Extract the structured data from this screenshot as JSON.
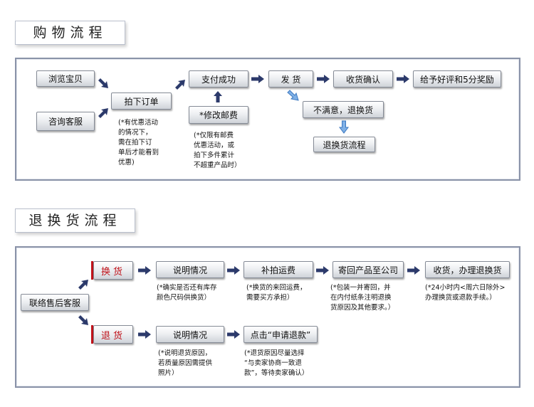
{
  "purchase_title": "购物流程",
  "return_title": "退换货流程",
  "purchase": {
    "browse": "浏览宝贝",
    "consult": "咨询客服",
    "place_order": "拍下订单",
    "pay": "支付成功",
    "modify_postage": "*修改邮费",
    "ship": "发 货",
    "confirm_receipt": "收货确认",
    "review": "给予好评和5分奖励",
    "unsatisfied": "不满意，退换货",
    "return_process": "退换货流程",
    "note_order": [
      "(*有优惠活动",
      "的情况下，",
      "需在拍下订",
      "单后才能看到",
      "优惠)"
    ],
    "note_postage": [
      "(*仅限有邮费",
      "优惠活动，或",
      "拍下多件累计",
      "不超重产品时）"
    ]
  },
  "returns": {
    "contact": "联络售后客服",
    "exchange": "换货",
    "refund": "退货",
    "explain_1": "说明情况",
    "explain_2": "说明情况",
    "pay_shipping": "补拍运费",
    "send_back": "寄回产品至公司",
    "receive": "收货，办理退换货",
    "apply_refund": "点击“申请退款”",
    "note_explain_1": [
      "(*确实是否还有库存",
      "颜色尺码供换货）"
    ],
    "note_shipping": [
      "(*换货的来回运费，",
      "需要买方承担）"
    ],
    "note_send": [
      "(*包装一并寄回，并",
      "在内付纸条注明退换",
      "货原因及其他要求。）"
    ],
    "note_receive": [
      "(*24小时内<周六日除外>",
      "办理换货或退款手续。）"
    ],
    "note_explain_2": [
      "(*说明退货原因，",
      "若质量原因需提供",
      "照片）"
    ],
    "note_refund": [
      "(*退货原因尽量选择",
      "“与卖家协商一致退",
      "款”，等待卖家确认）"
    ]
  },
  "colors": {
    "arrow": "#2c3a6b",
    "panel_border": "#8a93a8",
    "red_label": "#c0121a",
    "arrow_light": "#7fb0e6"
  }
}
